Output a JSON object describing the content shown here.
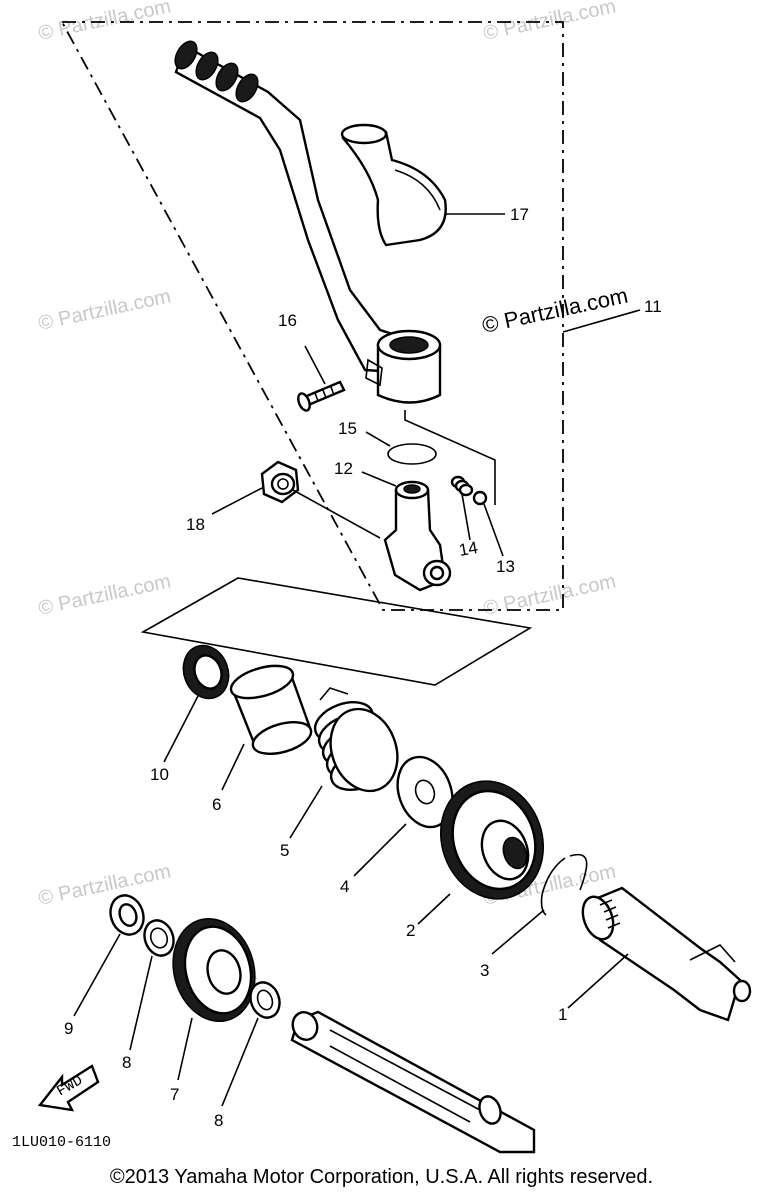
{
  "watermark": "© Partzilla.com",
  "main_watermark": "© Partzilla.com",
  "diagram_code": "1LU010-6110",
  "fwd_label": "FWD",
  "copyright": "©2013  Yamaha Motor Corporation, U.S.A. All rights reserved.",
  "callouts": {
    "c1": "1",
    "c2": "2",
    "c3": "3",
    "c4": "4",
    "c5": "5",
    "c6": "6",
    "c7": "7",
    "c8a": "8",
    "c8b": "8",
    "c9": "9",
    "c10": "10",
    "c11": "11",
    "c12": "12",
    "c13": "13",
    "c14": "14",
    "c15": "15",
    "c16": "16",
    "c17": "17",
    "c18": "18"
  }
}
